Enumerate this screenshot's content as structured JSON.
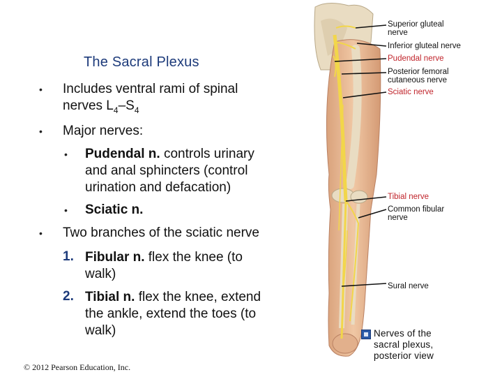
{
  "slide": {
    "title": "The Sacral Plexus",
    "bullets": [
      {
        "text_a": "Includes ventral rami of spinal",
        "text_b": "nerves L",
        "sub1": "4",
        "mid": "–S",
        "sub2": "4"
      },
      {
        "text": "Major nerves:"
      }
    ],
    "sub_bullets": [
      {
        "bold": "Pudendal n.",
        "line1": " controls urinary",
        "line2": "and anal sphincters (control",
        "line3": "urination and defacation)"
      },
      {
        "bold": "Sciatic n."
      }
    ],
    "bullet3": "Two branches of the sciatic nerve",
    "numbered": [
      {
        "num": "1.",
        "bold": "Fibular n.",
        "line1": " flex the knee (to",
        "line2": "walk)"
      },
      {
        "num": "2.",
        "bold": "Tibial n.",
        "line1": " flex the knee, extend",
        "line2": "the ankle, extend the toes (to",
        "line3": "walk)"
      }
    ],
    "copyright": "© 2012 Pearson Education, Inc."
  },
  "figure": {
    "labels": {
      "superior_gluteal_1": "Superior gluteal",
      "superior_gluteal_2": "nerve",
      "inferior_gluteal": "Inferior gluteal nerve",
      "pudendal": "Pudendal nerve",
      "posterior_femoral_1": "Posterior femoral",
      "posterior_femoral_2": "cutaneous nerve",
      "sciatic": "Sciatic nerve",
      "tibial": "Tibial nerve",
      "common_fibular_1": "Common fibular",
      "common_fibular_2": "nerve",
      "sural": "Sural nerve"
    },
    "caption": {
      "line1": "Nerves of the",
      "line2": "sacral plexus,",
      "line3": "posterior view"
    },
    "colors": {
      "red_label": "#c0242b",
      "nerve_yellow": "#f2d64a",
      "bone": "#e9dcc2"
    }
  }
}
